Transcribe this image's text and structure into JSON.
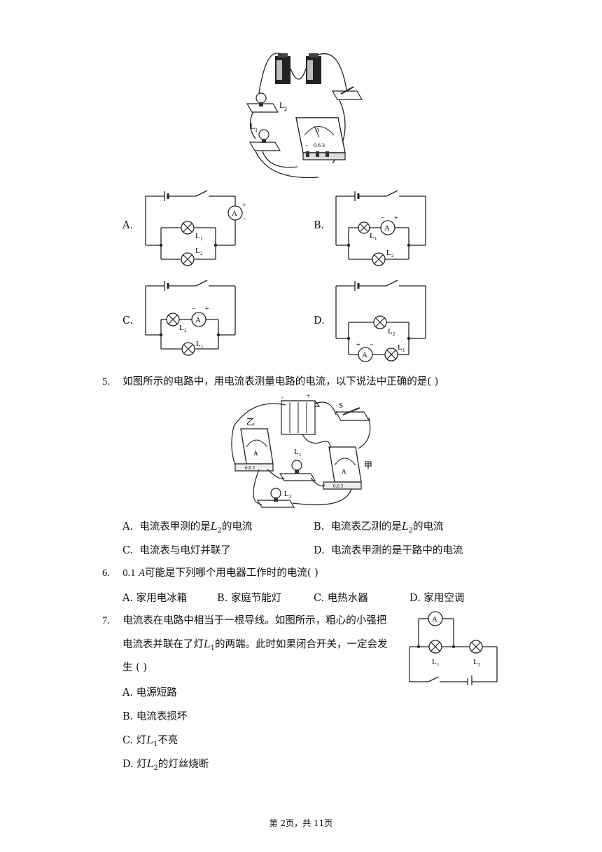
{
  "figures": {
    "q4_photo": {
      "label_L1": "L",
      "label_L2": "L",
      "sub1": "1",
      "sub2": "2",
      "meter_A": "A",
      "meter_scale": "0.6 3",
      "meter_minus": "-"
    },
    "q5_photo": {
      "label_yi": "乙",
      "label_jia": "甲",
      "label_S": "S",
      "label_L1": "L",
      "label_L2": "L",
      "sub1": "1",
      "sub2": "2",
      "meter_A": "A",
      "meter_scale": "0.6 3"
    },
    "q7_circuit": {
      "meter": "A",
      "L1": "L",
      "L2": "L",
      "sub1": "1",
      "sub2": "2"
    }
  },
  "q4": {
    "options": [
      {
        "letter": "A.",
        "ammeter_plus": "+",
        "ammeter_minus": "−",
        "meter": "A",
        "L1": "L",
        "L2": "L",
        "sub1": "1",
        "sub2": "2"
      },
      {
        "letter": "B.",
        "ammeter_plus": "+",
        "ammeter_minus": "−",
        "meter": "A",
        "L1": "L",
        "L2": "L",
        "sub1": "1",
        "sub2": "2"
      },
      {
        "letter": "C.",
        "ammeter_plus": "+",
        "ammeter_minus": "−",
        "meter": "A",
        "L1": "L",
        "L2": "L",
        "sub1": "1",
        "sub2": "2"
      },
      {
        "letter": "D.",
        "ammeter_plus": "+",
        "ammeter_minus": "−",
        "meter": "A",
        "L1": "L",
        "L2": "L",
        "sub1": "1",
        "sub2": "2"
      }
    ]
  },
  "q5": {
    "number": "5.",
    "stem": "如图所示的电路中，用电流表测量电路的电流，以下说法中正确的是(    )",
    "options": [
      {
        "letter": "A.",
        "pre": "电流表甲测的是",
        "var": "L",
        "sub": "2",
        "post": "的电流"
      },
      {
        "letter": "B.",
        "pre": "电流表乙测的是",
        "var": "L",
        "sub": "2",
        "post": "的电流"
      },
      {
        "letter": "C.",
        "pre": "电流表与电灯并联了",
        "var": "",
        "sub": "",
        "post": ""
      },
      {
        "letter": "D.",
        "pre": "电流表甲测的是干路中的电流",
        "var": "",
        "sub": "",
        "post": ""
      }
    ]
  },
  "q6": {
    "number": "6.",
    "value": "0.1",
    "unit": "A",
    "stem": "可能是下列哪个用电器工作时的电流(    )",
    "options": [
      {
        "letter": "A.",
        "text": "家用电冰箱"
      },
      {
        "letter": "B.",
        "text": "家庭节能灯"
      },
      {
        "letter": "C.",
        "text": "电热水器"
      },
      {
        "letter": "D.",
        "text": "家用空调"
      }
    ]
  },
  "q7": {
    "number": "7.",
    "line1": "电流表在电路中相当于一根导线。如图所示，粗心的小强把",
    "line2_pre": "电流表并联在了灯",
    "line2_var": "L",
    "line2_sub": "1",
    "line2_post": "的两端。此时如果闭合开关，一定会发",
    "line3": "生  (     )",
    "options": [
      {
        "letter": "A.",
        "pre": "电源短路",
        "var": "",
        "sub": "",
        "post": ""
      },
      {
        "letter": "B.",
        "pre": "电流表损坏",
        "var": "",
        "sub": "",
        "post": ""
      },
      {
        "letter": "C.",
        "pre": "灯",
        "var": "L",
        "sub": "1",
        "post": "不亮"
      },
      {
        "letter": "D.",
        "pre": "灯",
        "var": "L",
        "sub": "2",
        "post": "的灯丝烧断"
      }
    ]
  },
  "footer": {
    "text": "第 2页，共 11页"
  }
}
